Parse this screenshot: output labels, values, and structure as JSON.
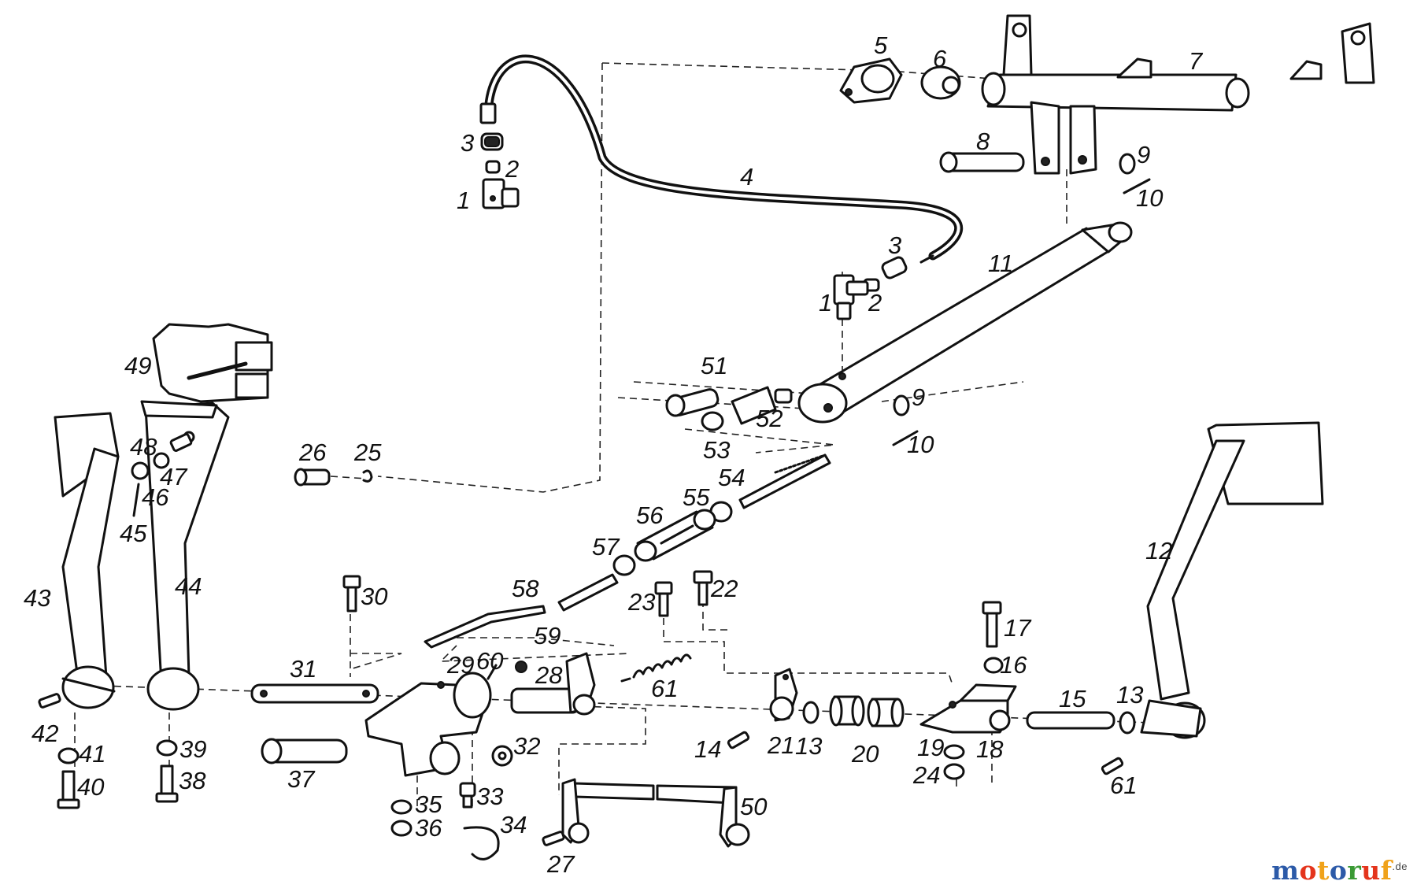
{
  "diagram": {
    "callouts": [
      "1",
      "1",
      "2",
      "2",
      "3",
      "3",
      "4",
      "5",
      "6",
      "7",
      "8",
      "9",
      "9",
      "10",
      "10",
      "11",
      "12",
      "13",
      "13",
      "14",
      "15",
      "16",
      "17",
      "18",
      "19",
      "20",
      "21",
      "22",
      "23",
      "24",
      "25",
      "26",
      "27",
      "28",
      "29",
      "30",
      "31",
      "32",
      "33",
      "34",
      "35",
      "36",
      "37",
      "38",
      "39",
      "40",
      "41",
      "42",
      "43",
      "44",
      "45",
      "46",
      "47",
      "48",
      "49",
      "50",
      "51",
      "52",
      "53",
      "54",
      "55",
      "56",
      "57",
      "58",
      "59",
      "60",
      "61",
      "61"
    ]
  },
  "watermark": {
    "text": "motoruf",
    "suffix": ".de",
    "letter_colors": [
      "#2c5aa8",
      "#e4341c",
      "#f0a21a",
      "#2c5aa8",
      "#3a9a34",
      "#e4341c",
      "#f0a21a"
    ]
  }
}
